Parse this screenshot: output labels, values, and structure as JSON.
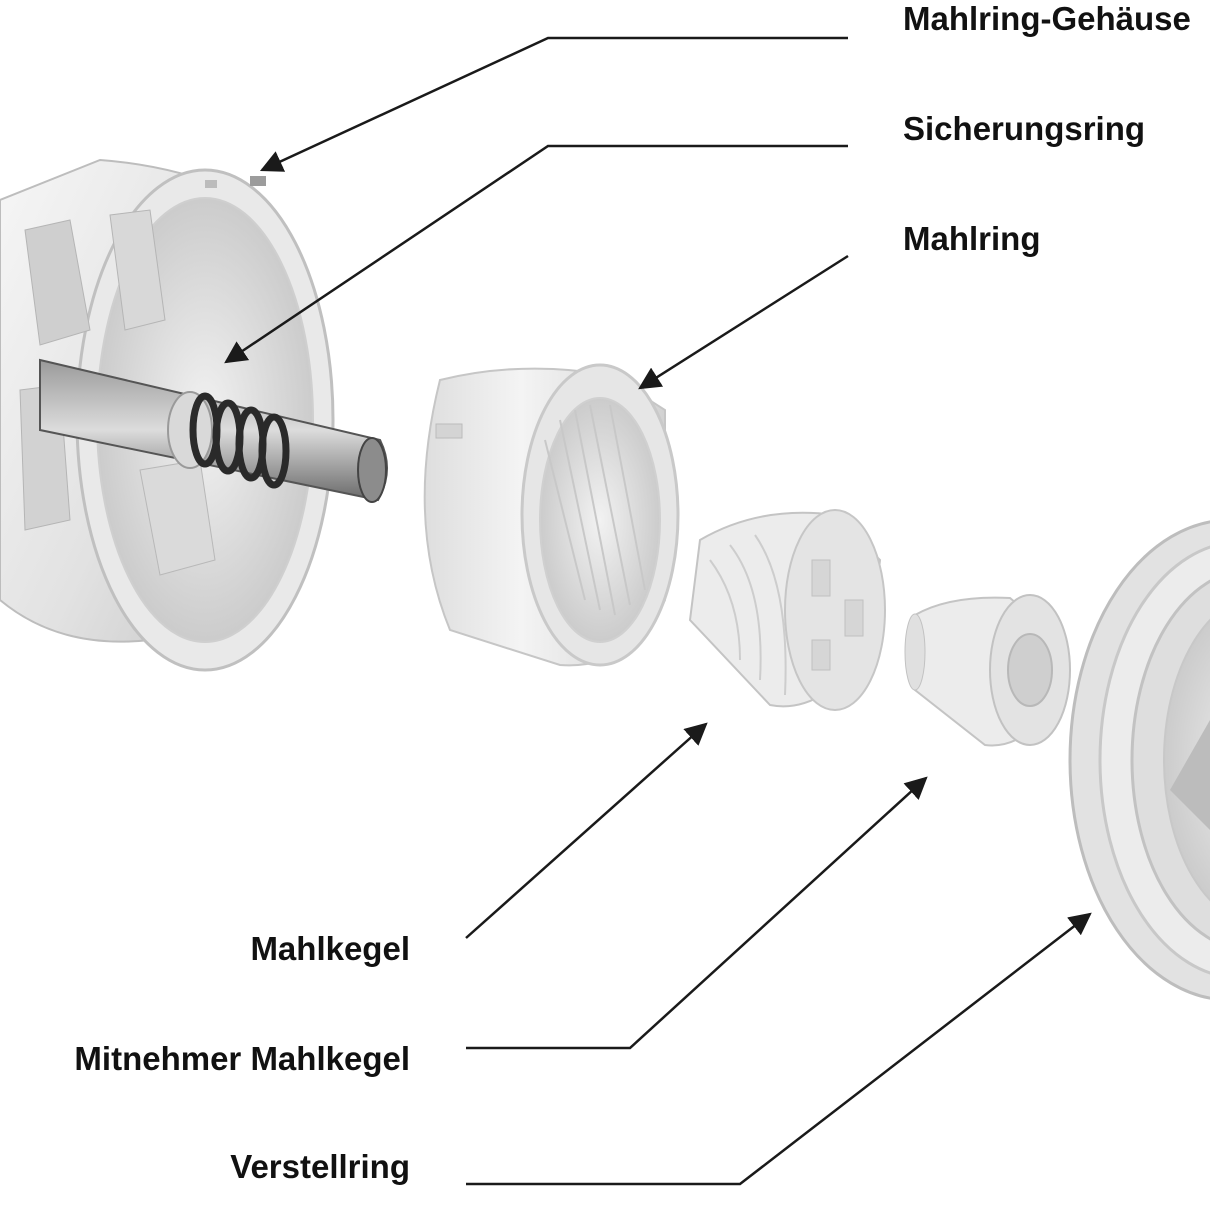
{
  "labels": {
    "mahlring_gehaeuse": "Mahlring-Gehäuse",
    "sicherungsring": "Sicherungsring",
    "mahlring": "Mahlring",
    "mahlkegel": "Mahlkegel",
    "mitnehmer_mahlkegel": "Mitnehmer Mahlkegel",
    "verstellring": "Verstellring"
  },
  "colors": {
    "leader_line": "#1a1a1a",
    "part_light": "#eeeeee",
    "part_mid": "#d6d6d6",
    "part_shadow": "#b8b8b8",
    "metal": "#7a7a7a",
    "spring": "#2a2a2a"
  }
}
